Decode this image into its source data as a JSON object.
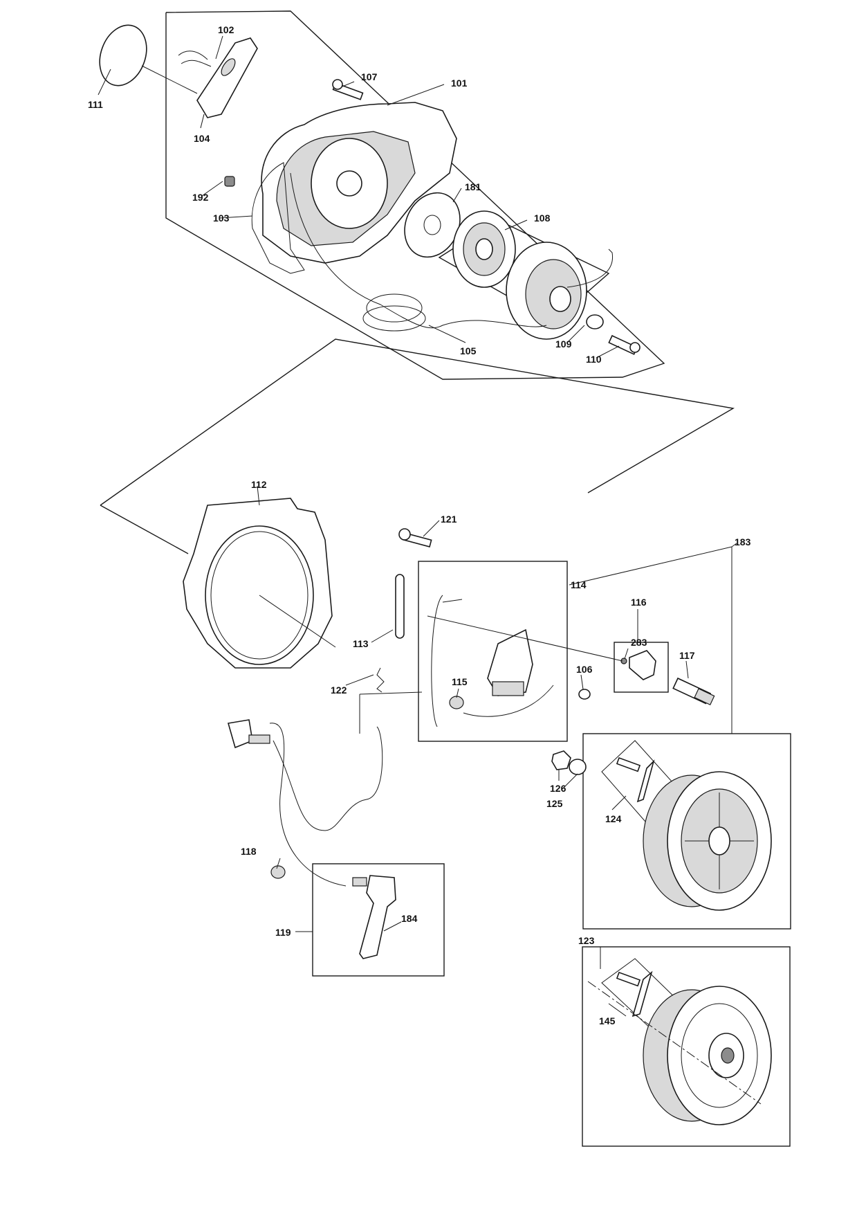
{
  "callouts": {
    "c101": "101",
    "c102": "102",
    "c103": "103",
    "c104": "104",
    "c105": "105",
    "c106": "106",
    "c107": "107",
    "c108": "108",
    "c109": "109",
    "c110": "110",
    "c111": "111",
    "c112": "112",
    "c113": "113",
    "c114": "114",
    "c115": "115",
    "c116": "116",
    "c117": "117",
    "c118": "118",
    "c119": "119",
    "c121": "121",
    "c122": "122",
    "c123": "123",
    "c124": "124",
    "c125": "125",
    "c126": "126",
    "c145": "145",
    "c181": "181",
    "c183": "183",
    "c184": "184",
    "c192": "192",
    "c283": "283"
  }
}
